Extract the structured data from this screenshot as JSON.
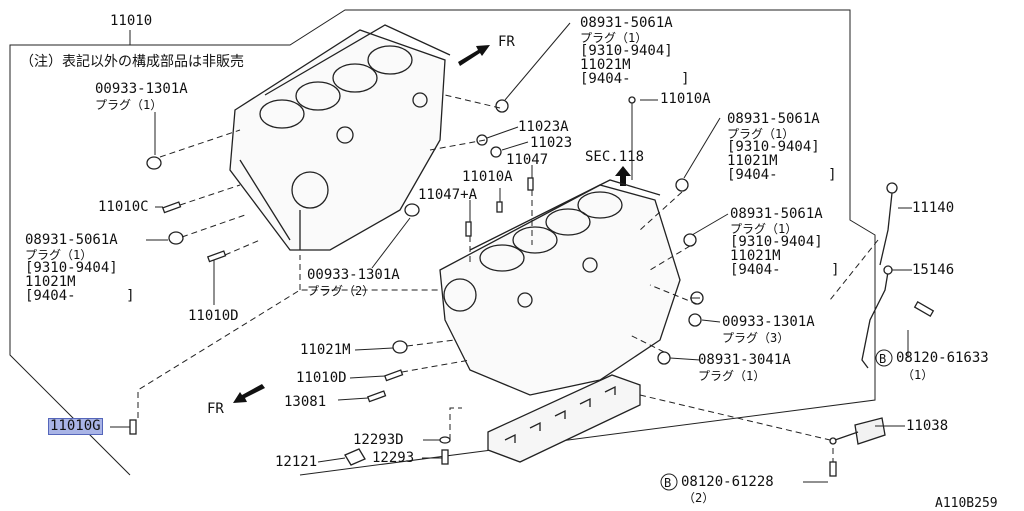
{
  "header_part": "11010",
  "note": "（注）表記以外の構成部品は非販売",
  "fr_top": "FR",
  "fr_bottom": "FR",
  "sec_ref": "SEC.118",
  "figure_id": "A110B259",
  "highlighted_part": "11010G",
  "plug_groups": {
    "top_right": [
      "08931-5061A",
      "プラグ（1）",
      "[9310-9404]",
      "11021M",
      "[9404-      ]"
    ],
    "mid_right": [
      "08931-5061A",
      "プラグ（1）",
      "[9310-9404]",
      "11021M",
      "[9404-      ]"
    ],
    "lower_right": [
      "08931-5061A",
      "プラグ（1）",
      "[9310-9404]",
      "11021M",
      "[9404-      ]"
    ],
    "left": [
      "08931-5061A",
      "プラグ（1）",
      "[9310-9404]",
      "11021M",
      "[9404-      ]"
    ]
  },
  "labels": {
    "p00933_top": "00933-1301A",
    "p00933_top_sub": "プラグ（1）",
    "p11010C": "11010C",
    "p11010D_left": "11010D",
    "p00933_mid": "00933-1301A",
    "p00933_mid_sub": "プラグ（2）",
    "p11023A": "11023A",
    "p11023": "11023",
    "p11047": "11047",
    "p11010A_mid": "11010A",
    "p11047A": "11047+A",
    "p11010A_top": "11010A",
    "p11140": "11140",
    "p15146": "15146",
    "p00933_right": "00933-1301A",
    "p00933_right_sub": "プラグ（3）",
    "p08931_3041A": "08931-3041A",
    "p08931_3041A_sub": "プラグ（1）",
    "p08120_61633": "08120-61633",
    "p08120_61633_qty": "（1）",
    "p11021M": "11021M",
    "p11010D_bottom": "11010D",
    "p13081": "13081",
    "p12293D": "12293D",
    "p12293": "12293",
    "p12121": "12121",
    "p11038": "11038",
    "p08120_61228": "08120-61228",
    "p08120_61228_qty": "（2）",
    "bolt_marker": "B"
  }
}
